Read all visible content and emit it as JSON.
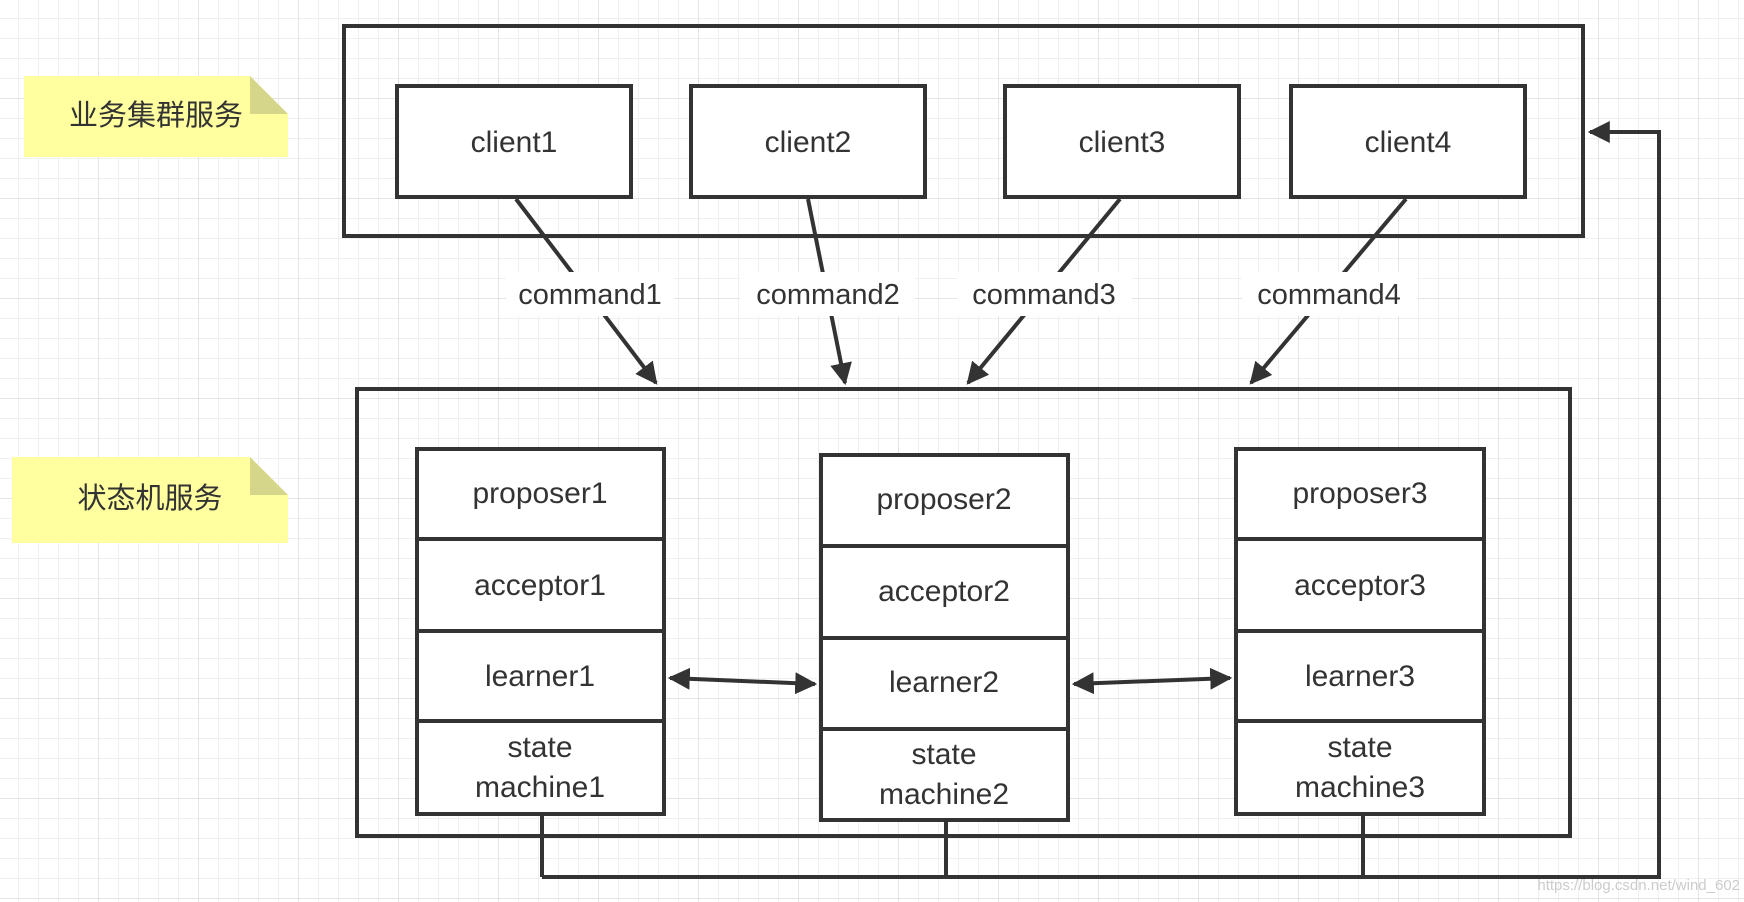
{
  "notes": {
    "business": "业务集群服务",
    "state_machine": "状态机服务"
  },
  "clients": [
    "client1",
    "client2",
    "client3",
    "client4"
  ],
  "commands": [
    "command1",
    "command2",
    "command3",
    "command4"
  ],
  "nodes": [
    {
      "proposer": "proposer1",
      "acceptor": "acceptor1",
      "learner": "learner1",
      "state_line1": "state",
      "state_line2": "machine1"
    },
    {
      "proposer": "proposer2",
      "acceptor": "acceptor2",
      "learner": "learner2",
      "state_line1": "state",
      "state_line2": "machine2"
    },
    {
      "proposer": "proposer3",
      "acceptor": "acceptor3",
      "learner": "learner3",
      "state_line1": "state",
      "state_line2": "machine3"
    }
  ],
  "watermark": "https://blog.csdn.net/wind_602"
}
